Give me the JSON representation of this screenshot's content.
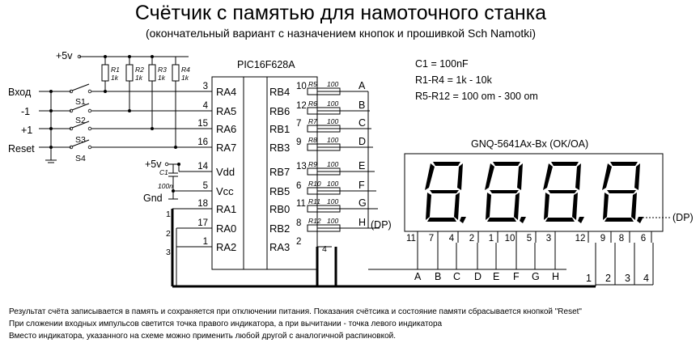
{
  "title": "Счётчик с памятью для намоточного станка",
  "subtitle": "(окончательный вариант с назначением кнопок и прошивкой Sch Namotki)",
  "power": {
    "vplus": "+5v",
    "vplus2": "+5v",
    "gnd": "Gnd"
  },
  "chip": {
    "name": "PIC16F628A",
    "left_pins": [
      {
        "num": "3",
        "name": "RA4"
      },
      {
        "num": "4",
        "name": "RA5"
      },
      {
        "num": "15",
        "name": "RA6"
      },
      {
        "num": "16",
        "name": "RA7"
      },
      {
        "num": "14",
        "name": "Vdd"
      },
      {
        "num": "5",
        "name": "Vcc"
      },
      {
        "num": "18",
        "name": "RA1"
      },
      {
        "num": "17",
        "name": "RA0"
      },
      {
        "num": "1",
        "name": "RA2"
      }
    ],
    "right_pins": [
      {
        "num": "10",
        "name": "RB4"
      },
      {
        "num": "12",
        "name": "RB6"
      },
      {
        "num": "7",
        "name": "RB1"
      },
      {
        "num": "9",
        "name": "RB3"
      },
      {
        "num": "13",
        "name": "RB7"
      },
      {
        "num": "6",
        "name": "RB5"
      },
      {
        "num": "11",
        "name": "RB0"
      },
      {
        "num": "8",
        "name": "RB2"
      },
      {
        "num": "2",
        "name": "RA3"
      }
    ]
  },
  "pullups": [
    {
      "name": "R1",
      "value": "1k"
    },
    {
      "name": "R2",
      "value": "1k"
    },
    {
      "name": "R3",
      "value": "1k"
    },
    {
      "name": "R4",
      "value": "1k"
    }
  ],
  "inputs": [
    {
      "label": "Вход",
      "switch": "S1"
    },
    {
      "label": "-1",
      "switch": "S2"
    },
    {
      "label": "+1",
      "switch": "S3"
    },
    {
      "label": "Reset",
      "switch": "S4"
    }
  ],
  "capacitor": {
    "name": "C1",
    "value": "100n"
  },
  "series_resistors": [
    {
      "name": "R5",
      "value": "100",
      "seg": "A"
    },
    {
      "name": "R6",
      "value": "100",
      "seg": "B"
    },
    {
      "name": "R7",
      "value": "100",
      "seg": "C"
    },
    {
      "name": "R8",
      "value": "100",
      "seg": "D"
    },
    {
      "name": "R9",
      "value": "100",
      "seg": "E"
    },
    {
      "name": "R10",
      "value": "100",
      "seg": "F"
    },
    {
      "name": "R11",
      "value": "100",
      "seg": "G"
    },
    {
      "name": "R12",
      "value": "100",
      "seg": "H"
    }
  ],
  "h_dp_label": "(DP)",
  "specs": [
    "C1 = 100nF",
    "R1-R4 = 1k - 10k",
    "R5-R12 = 100 om - 300 om"
  ],
  "display": {
    "name": "GNQ-5641Ax-Bx (OK/OA)",
    "dp_label": "(DP)",
    "seg_pins": [
      "11",
      "7",
      "4",
      "2",
      "1",
      "10",
      "5",
      "3"
    ],
    "seg_letters": [
      "A",
      "B",
      "C",
      "D",
      "E",
      "F",
      "G",
      "H"
    ],
    "digit_pins": [
      "12",
      "9",
      "8",
      "6"
    ],
    "digit_numbers": [
      "1",
      "2",
      "3",
      "4"
    ]
  },
  "ra3_digit": "4",
  "ra1_digit": "1",
  "ra0_digit": "2",
  "ra2_digit": "3",
  "notes": [
    "Результат счёта записывается в память и сохраняется при отключении питания. Показания счётсика и состояние памяти сбрасывается кнопкой \"Reset\"",
    "При сложении входных импульсов светится точка правого индикатора, а при вычитании - точка левого индикатора",
    "Вместо индикатора, указанного на схеме можно применить любой другой с аналогичной распиновкой."
  ]
}
